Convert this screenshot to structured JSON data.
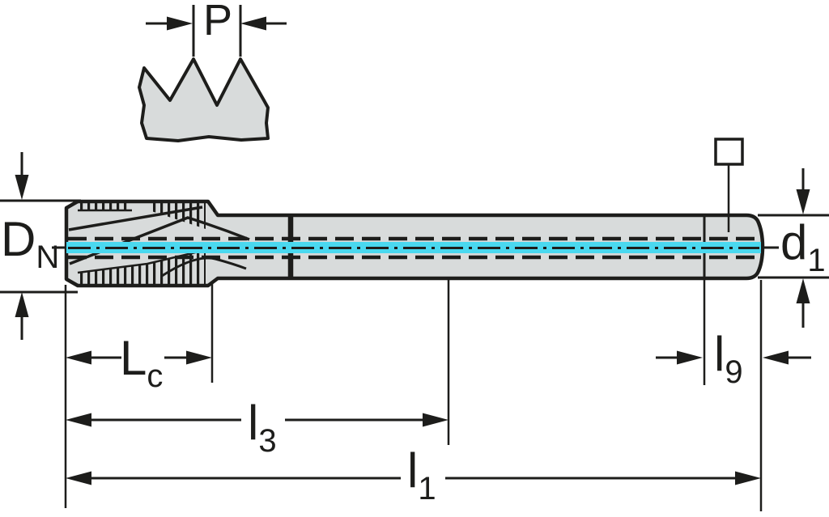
{
  "drawing": {
    "kind": "tap-dimension-drawing",
    "labels": {
      "p": {
        "base": "P",
        "sub": ""
      },
      "dn": {
        "base": "D",
        "sub": "N"
      },
      "d1": {
        "base": "d",
        "sub": "1"
      },
      "lc": {
        "base": "L",
        "sub": "c"
      },
      "l3": {
        "base": "l",
        "sub": "3"
      },
      "l1": {
        "base": "l",
        "sub": "1"
      },
      "l9": {
        "base": "l",
        "sub": "9"
      }
    },
    "colors": {
      "line": "#1d1d1b",
      "body_fill": "#d8dbdb",
      "coolant_centerline": "#4ad8ef",
      "background": "#ffffff"
    },
    "symbols": {
      "square_drive_indicator": "□"
    }
  }
}
